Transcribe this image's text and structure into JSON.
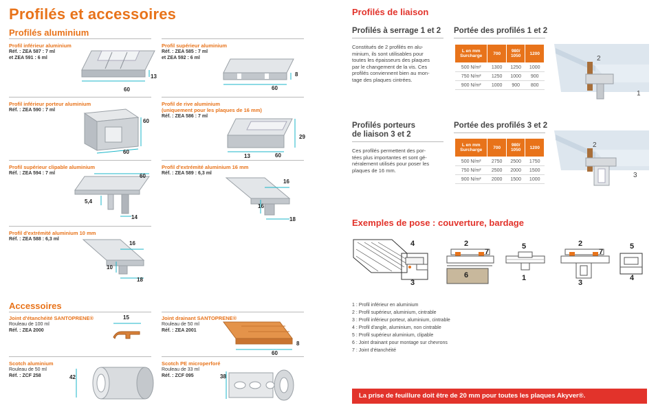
{
  "page_title": "Profilés et accessoires",
  "aluminium": {
    "heading": "Profilés aluminium",
    "items": [
      {
        "title": "Profil inférieur aluminium",
        "ref1": "Réf. : ZEA 587 : 7 ml",
        "ref2": "et ZEA 591 : 6 ml",
        "dims": [
          "13",
          "60"
        ]
      },
      {
        "title": "Profil supérieur aluminium",
        "ref1": "Réf. : ZEA 585 : 7 ml",
        "ref2": "et ZEA 592 : 6 ml",
        "dims": [
          "8",
          "60"
        ]
      },
      {
        "title": "Profil inférieur porteur aluminium",
        "ref1": "Réf. : ZEA 590 : 7 ml",
        "dims": [
          "60",
          "60"
        ]
      },
      {
        "title": "Profil de rive aluminium",
        "title2": "(uniquement pour les plaques de 16 mm)",
        "ref1": "Réf. : ZEA 586 : 7 ml",
        "dims": [
          "29",
          "13",
          "60"
        ]
      },
      {
        "title": "Profil supérieur clipable aluminium",
        "ref1": "Réf. : ZEA 594 : 7 ml",
        "dims": [
          "60",
          "5,4",
          "14"
        ]
      },
      {
        "title": "Profil d'extrémité aluminium 16 mm",
        "ref1": "Réf. : ZEA 589 : 6,3 ml",
        "dims": [
          "16",
          "16",
          "18"
        ]
      },
      {
        "title": "Profil d'extrémité aluminium 10 mm",
        "ref1": "Réf. : ZEA 588 : 6,3 ml",
        "dims": [
          "16",
          "10",
          "18"
        ]
      }
    ]
  },
  "accessoires": {
    "heading": "Accessoires",
    "items": [
      {
        "title": "Joint d'étanchéité SANTOPRENE®",
        "line1": "Rouleau de 100 ml",
        "line2": "Réf. : ZEA 2000",
        "dims": [
          "15"
        ]
      },
      {
        "title": "Joint drainant SANTOPRENE®",
        "line1": "Rouleau de 50 ml",
        "line2": "Réf. : ZEA 2001",
        "dims": [
          "8",
          "60"
        ]
      },
      {
        "title": "Scotch aluminium",
        "line1": "Rouleau de 50 ml",
        "line2": "Réf. : ZCF 258",
        "dims": [
          "42"
        ]
      },
      {
        "title": "Scotch PE microperforé",
        "line1": "Rouleau de 33 ml",
        "line2": "Réf. : ZCF 095",
        "dims": [
          "38"
        ]
      }
    ]
  },
  "liaison": {
    "heading": "Profilés de liaison",
    "block1": {
      "subtitle": "Profilés à serrage 1 et 2",
      "text": [
        "Constitués de 2 profilés en alu-",
        "minium, ils sont utilisables pour",
        "toutes les épaisseurs des plaques",
        "par le changement de la vis. Ces",
        "profilés conviennent bien au mon-",
        "tage des plaques cintrées."
      ],
      "table_title": "Portée des profilés 1 et 2",
      "header": [
        "L en mm\nSurcharge",
        "700",
        "980/\n1050",
        "1200"
      ],
      "rows": [
        [
          "500 N/m²",
          "1300",
          "1250",
          "1000"
        ],
        [
          "750 N/m²",
          "1250",
          "1000",
          "900"
        ],
        [
          "900 N/m²",
          "1000",
          "900",
          "800"
        ]
      ],
      "labels": [
        "2",
        "1"
      ]
    },
    "block2": {
      "subtitle1": "Profilés porteurs",
      "subtitle2": "de liaison 3 et 2",
      "text": [
        "Ces profilés permettent des por-",
        "tées plus importantes et sont gé-",
        "néralement utilisés pour poser les",
        "plaques de 16 mm."
      ],
      "table_title": "Portée des profilés 3 et 2",
      "header": [
        "L en mm\nSurcharge",
        "700",
        "980/\n1050",
        "1200"
      ],
      "rows": [
        [
          "500 N/m²",
          "2750",
          "2500",
          "1750"
        ],
        [
          "750 N/m²",
          "2500",
          "2000",
          "1500"
        ],
        [
          "900 N/m²",
          "2000",
          "1500",
          "1000"
        ]
      ],
      "labels": [
        "2",
        "3"
      ]
    }
  },
  "exemples": {
    "heading": "Exemples de pose : couverture, bardage",
    "diagram_labels": [
      "4",
      "3",
      "2",
      "7",
      "6",
      "5",
      "1",
      "2",
      "7",
      "3",
      "5",
      "4"
    ],
    "legend": [
      "1 : Profil inférieur en aluminium",
      "2 : Profil supérieur, aluminium, cintrable",
      "3 : Profil inférieur porteur, aluminium, cintrable",
      "4 : Profil d'angle, aluminium, non cintrable",
      "5 : Profil supérieur aluminium, clipable",
      "6 : Joint drainant pour montage sur chevrons",
      "7 : Joint d'étanchéité"
    ]
  },
  "banner": "La prise de feuillure doit être de 20 mm pour toutes les plaques Akyver®.",
  "colors": {
    "orange": "#e8731a",
    "red": "#e2332b",
    "grey_rule": "#b9b9b9"
  }
}
